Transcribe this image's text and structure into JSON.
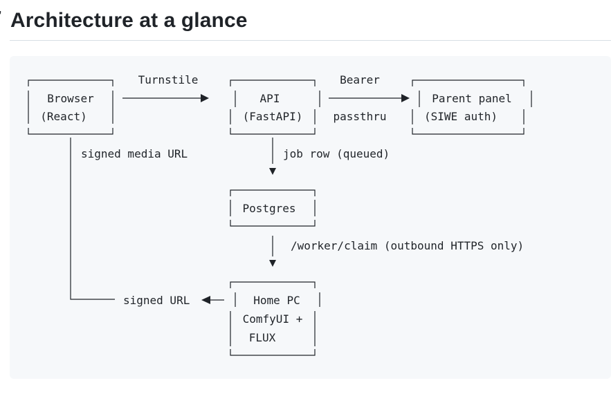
{
  "heading": {
    "anchor_glyph": "’",
    "title": "Architecture at a glance"
  },
  "diagram": {
    "boxes": {
      "browser": {
        "line1": "Browser",
        "line2": "(React)"
      },
      "api": {
        "line1": "API",
        "line2": "(FastAPI)"
      },
      "parent_panel": {
        "line1": "Parent panel",
        "line2": "(SIWE auth)"
      },
      "postgres": {
        "line1": "Postgres"
      },
      "home_pc": {
        "line1": "Home PC",
        "line2": "ComfyUI +",
        "line3": "FLUX"
      }
    },
    "labels": {
      "turnstile": "Turnstile",
      "bearer": "Bearer",
      "passthru": "passthru",
      "signed_media_url": "signed media URL",
      "job_row": "job row (queued)",
      "worker_claim": "/worker/claim  (outbound HTTPS only)",
      "signed_url": "signed URL"
    }
  }
}
